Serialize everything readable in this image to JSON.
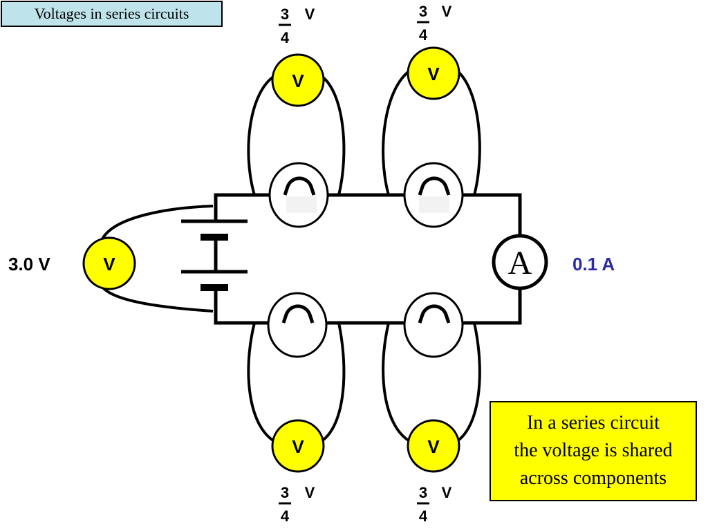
{
  "title": "Voltages in series circuits",
  "note": {
    "line1": "In a series circuit",
    "line2": "the voltage is shared",
    "line3": "across components"
  },
  "battery_reading": "3.0 V",
  "current_reading": "0.1 A",
  "voltmeter_symbol": "V",
  "ammeter_symbol": "A",
  "bulb_readings": [
    {
      "numerator": "3",
      "denominator": "4",
      "unit": "V"
    },
    {
      "numerator": "3",
      "denominator": "4",
      "unit": "V"
    },
    {
      "numerator": "3",
      "denominator": "4",
      "unit": "V"
    },
    {
      "numerator": "3",
      "denominator": "4",
      "unit": "V"
    }
  ],
  "colors": {
    "voltmeter_fill": "#ffff00",
    "current_text": "#2b2ba6",
    "title_fill": "#bfe3ea",
    "note_fill": "#ffff00"
  }
}
